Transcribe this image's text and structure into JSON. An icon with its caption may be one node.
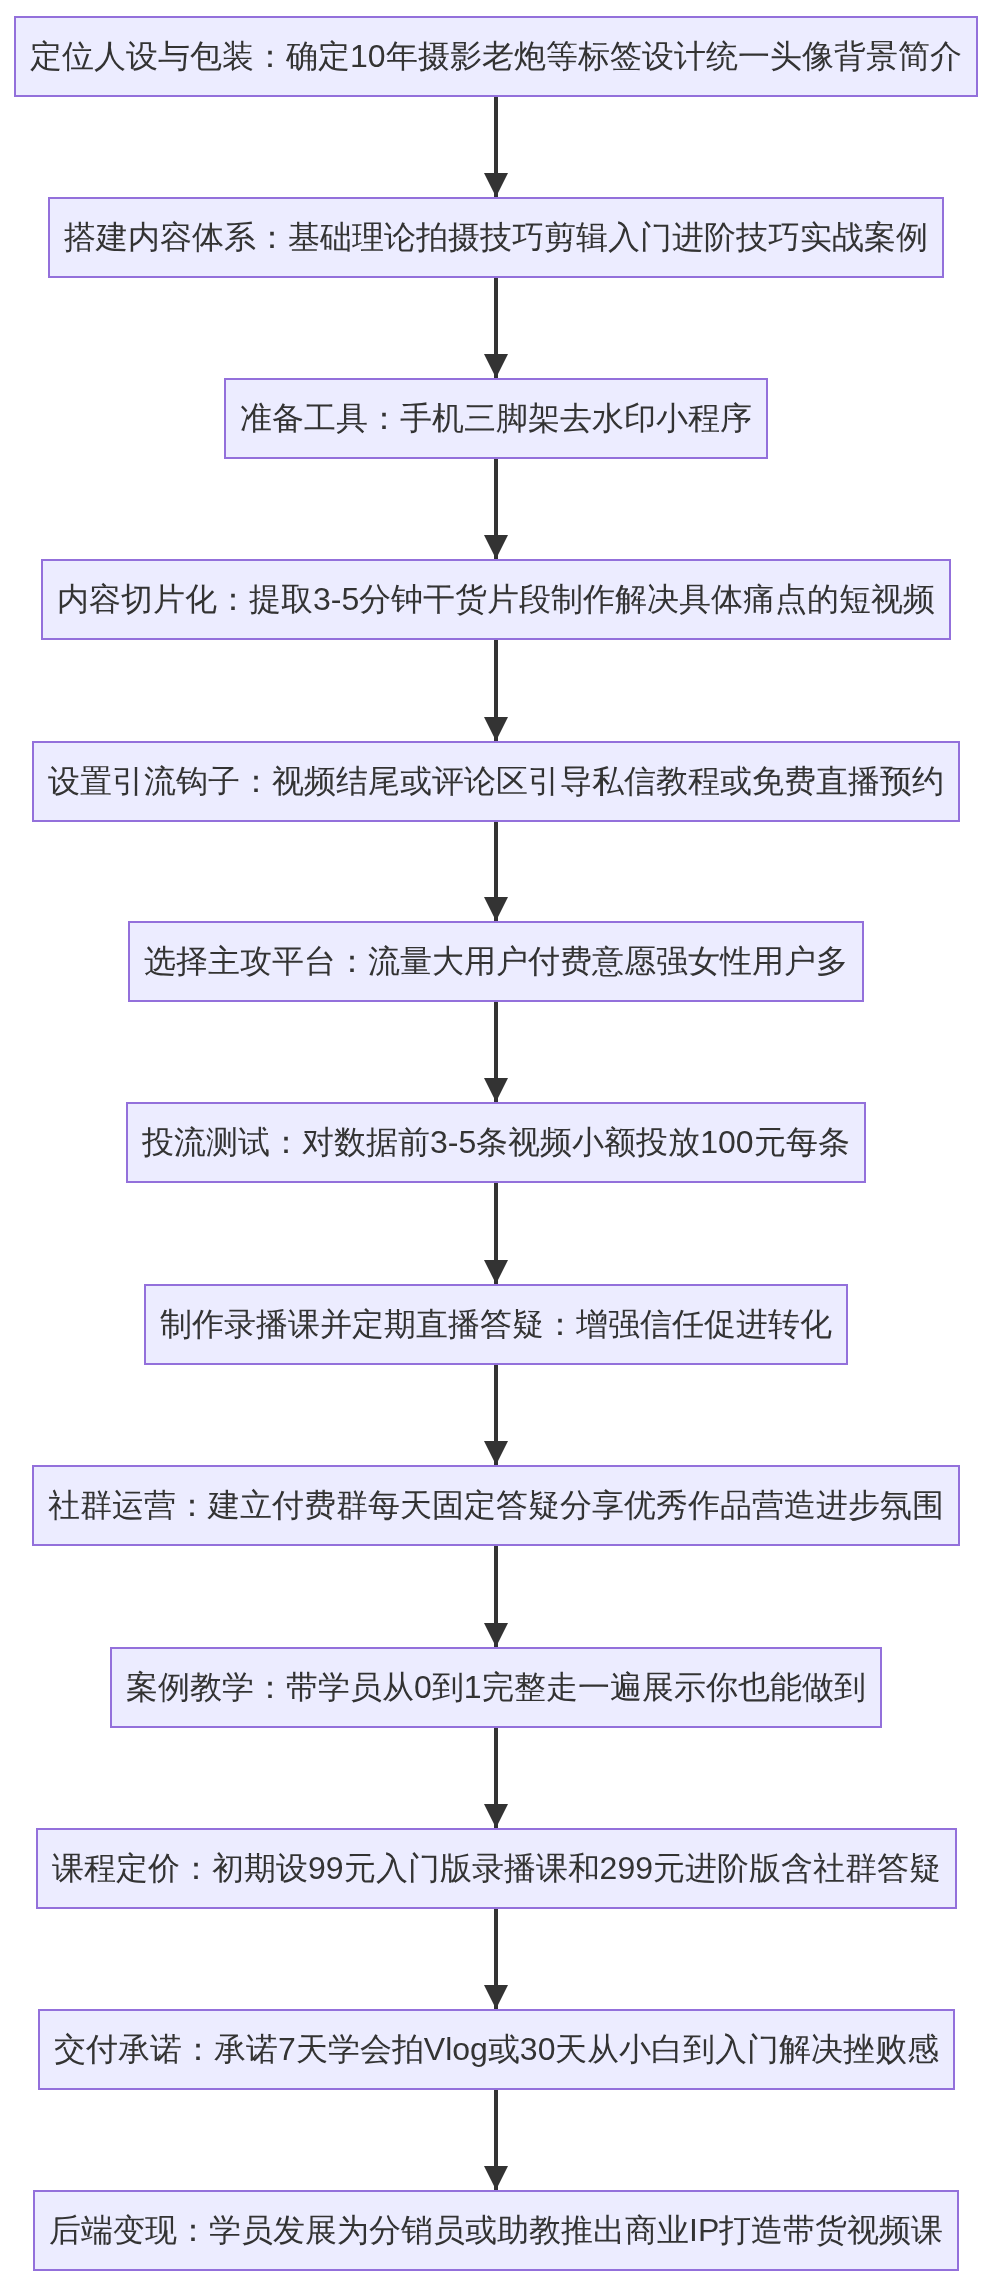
{
  "diagram": {
    "nodes": [
      {
        "text": [
          "定位人设与包装：确定10年摄影老炮等标签设计统一头像背景简介"
        ]
      },
      {
        "text": [
          "搭建内容体系：基础理论拍摄技巧剪辑入门进阶技巧实战案例"
        ]
      },
      {
        "text": [
          "准备工具：手机三脚架去水印小程序"
        ]
      },
      {
        "text": [
          "内容切片化：提取3-5分钟干货片段制作解决具体痛点的短视频"
        ]
      },
      {
        "text": [
          "设置引流钩子：视频结尾或评论区引导私信教程或免费直播预约"
        ]
      },
      {
        "text": [
          "选择主攻平台：流量大用户付费意愿强女性用户多"
        ]
      },
      {
        "text": [
          "投流测试：对数据前3-5条视频小额投放100元每条"
        ]
      },
      {
        "text": [
          "制作录播课并定期直播答疑：增强信任促进转化"
        ]
      },
      {
        "text": [
          "社群运营：建立付费群每天固定答疑分享优秀作品营造进步氛围"
        ]
      },
      {
        "text": [
          "案例教学：带学员从0到1完整走一遍展示你也能做到"
        ]
      },
      {
        "text": [
          "课程定价：初期设99元入门版录播课和299元进阶版含社群答疑"
        ]
      },
      {
        "text": [
          "交付承诺：承诺7天学会拍Vlog或30天从小白到入门解决挫败感"
        ]
      },
      {
        "text": [
          "后端变现：学员发展为分销员或助教推出商业IP打造带货视频课"
        ]
      }
    ],
    "edges": [
      {
        "from": 0,
        "to": 1,
        "arrow": "to"
      },
      {
        "from": 1,
        "to": 2,
        "arrow": "to"
      },
      {
        "from": 2,
        "to": 3,
        "arrow": "to"
      },
      {
        "from": 3,
        "to": 4,
        "arrow": "to"
      },
      {
        "from": 4,
        "to": 5,
        "arrow": "to"
      },
      {
        "from": 5,
        "to": 6,
        "arrow": "to"
      },
      {
        "from": 6,
        "to": 7,
        "arrow": "to"
      },
      {
        "from": 7,
        "to": 8,
        "arrow": "to"
      },
      {
        "from": 8,
        "to": 9,
        "arrow": "to"
      },
      {
        "from": 9,
        "to": 10,
        "arrow": "to"
      },
      {
        "from": 10,
        "to": 11,
        "arrow": "to"
      },
      {
        "from": 11,
        "to": 12,
        "arrow": "to"
      }
    ]
  }
}
